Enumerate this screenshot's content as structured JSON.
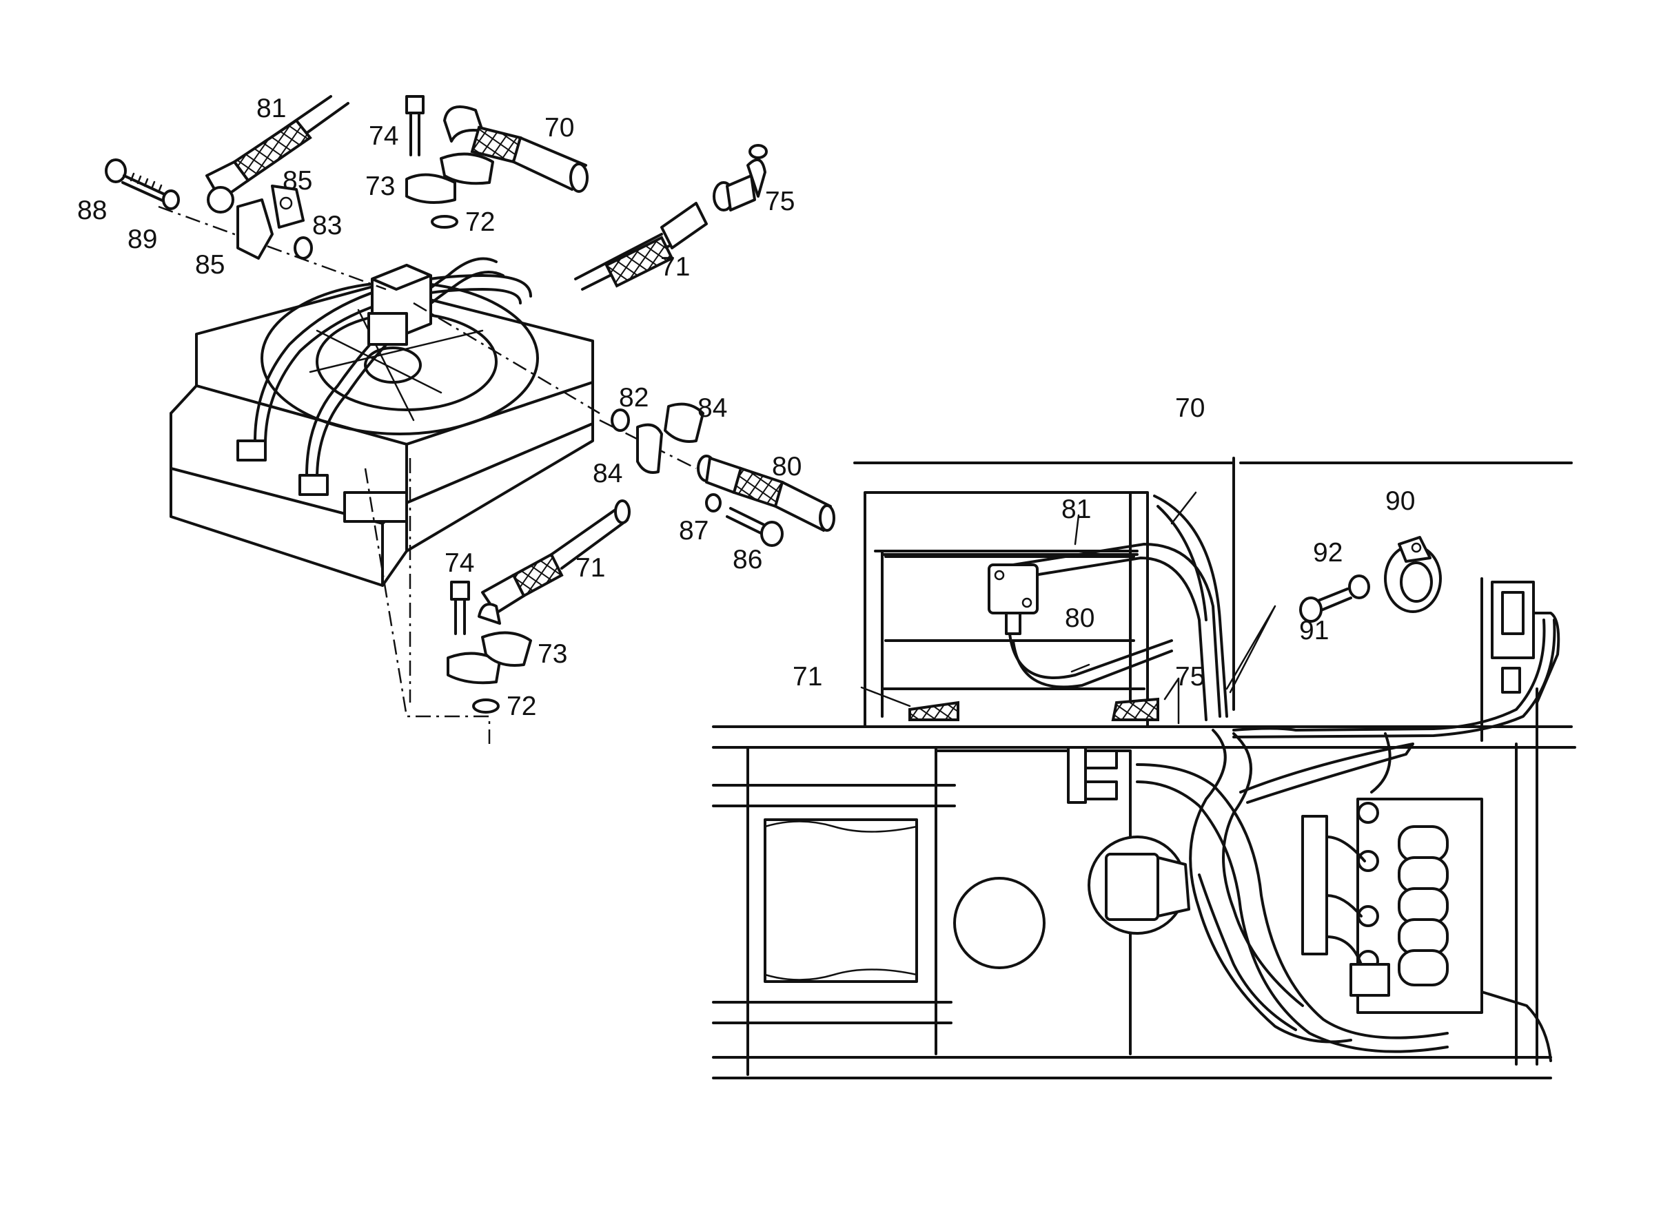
{
  "callouts": {
    "explode": {
      "c81": "81",
      "c74a": "74",
      "c70": "70",
      "c88": "88",
      "c89": "89",
      "c85a": "85",
      "c73a": "73",
      "c72a": "72",
      "c75": "75",
      "c83": "83",
      "c85b": "85",
      "c71a": "71",
      "c82": "82",
      "c84a": "84",
      "c84b": "84",
      "c80": "80",
      "c87": "87",
      "c86": "86",
      "c74b": "74",
      "c71b": "71",
      "c73b": "73",
      "c72b": "72"
    },
    "installed": {
      "c70": "70",
      "c81": "81",
      "c90": "90",
      "c92": "92",
      "c91": "91",
      "c80": "80",
      "c71": "71",
      "c75": "75"
    }
  }
}
